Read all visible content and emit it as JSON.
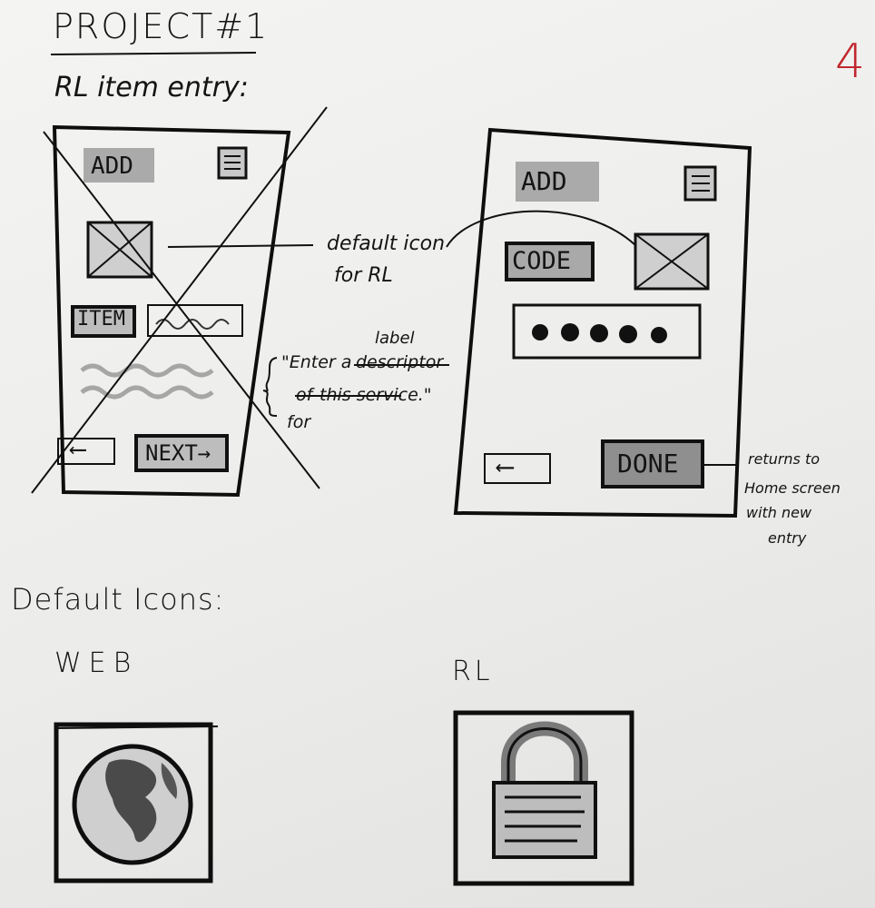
{
  "header": {
    "title": "PROJECT#1",
    "page_number": "4",
    "subtitle": "RL item entry:"
  },
  "sketch_left": {
    "add_label": "ADD",
    "item_label": "ITEM",
    "next_label": "NEXT→",
    "back_arrow": "⟵"
  },
  "sketch_right": {
    "add_label": "ADD",
    "code_label": "CODE",
    "done_label": "DONE",
    "back_arrow": "⟵"
  },
  "annotations": {
    "default_icon_line1": "default icon",
    "default_icon_line2": "for RL",
    "enter_line1_a": "\"Enter a",
    "enter_line1_b": "descriptor",
    "enter_label_above": "label",
    "enter_line2_a": "of",
    "enter_line2_b": "this service.\"",
    "enter_for": "for",
    "returns_1": "returns to",
    "returns_2": "Home screen",
    "returns_3": "with new",
    "returns_4": "entry"
  },
  "icons_section": {
    "heading": "Default Icons:",
    "web_label": "WEB",
    "rl_label": "RL"
  }
}
